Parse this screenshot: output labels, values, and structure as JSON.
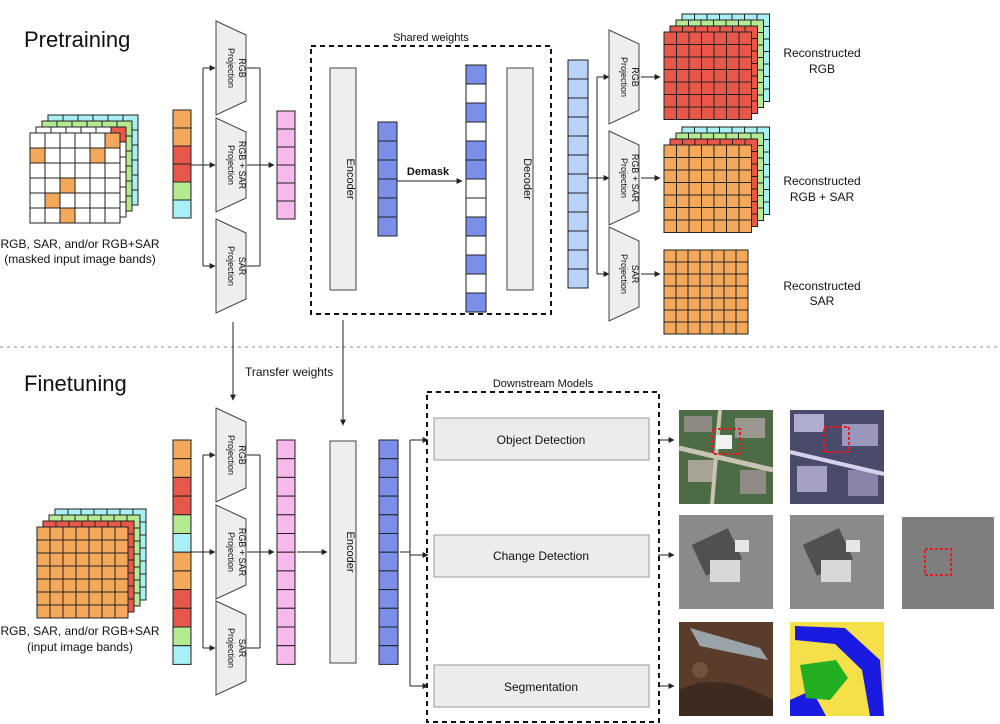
{
  "sections": {
    "pretraining": "Pretraining",
    "finetuning": "Finetuning"
  },
  "pretraining": {
    "input_label_line1": "RGB, SAR, and/or RGB+SAR",
    "input_label_line2": "(masked input image bands)",
    "projections": [
      {
        "line1": "Projection",
        "line2": "RGB"
      },
      {
        "line1": "Projection",
        "line2": "RGB + SAR"
      },
      {
        "line1": "Projection",
        "line2": "SAR"
      }
    ],
    "shared_weights": "Shared weights",
    "encoder": "Encoder",
    "demask": "Demask",
    "decoder": "Decoder",
    "output_projections": [
      {
        "line1": "Projection",
        "line2": "RGB"
      },
      {
        "line1": "Projection",
        "line2": "RGB + SAR"
      },
      {
        "line1": "Projection",
        "line2": "SAR"
      }
    ],
    "outputs": [
      {
        "line1": "Reconstructed",
        "line2": "RGB"
      },
      {
        "line1": "Reconstructed",
        "line2": "RGB + SAR"
      },
      {
        "line1": "Reconstructed",
        "line2": "SAR"
      }
    ]
  },
  "transfer_weights": "Transfer weights",
  "finetuning": {
    "input_label_line1": "RGB, SAR, and/or RGB+SAR",
    "input_label_line2": "(input image bands)",
    "projections": [
      {
        "line1": "Projection",
        "line2": "RGB"
      },
      {
        "line1": "Projection",
        "line2": "RGB + SAR"
      },
      {
        "line1": "Projection",
        "line2": "SAR"
      }
    ],
    "encoder": "Encoder",
    "downstream_title": "Downstream Models",
    "tasks": [
      "Object Detection",
      "Change Detection",
      "Segmentation"
    ]
  },
  "colors": {
    "red": "#e8584a",
    "orange": "#f4a95a",
    "green": "#b3ea92",
    "cyan": "#a8f0f4",
    "white": "#ffffff",
    "pink": "#f7b8ec",
    "blue": "#7b8ee8",
    "light_blue": "#b9d3f7",
    "gray_box": "#eeeeee",
    "task_box": "#ececec"
  }
}
